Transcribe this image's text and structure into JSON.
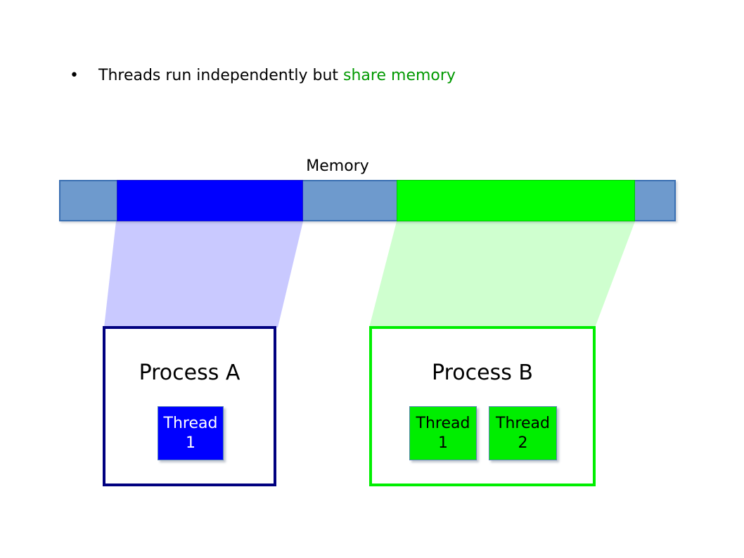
{
  "bullet": {
    "marker": "•",
    "text": "Threads run independently but ",
    "highlight": "share memory"
  },
  "memory": {
    "label": "Memory"
  },
  "process_a": {
    "title": "Process A",
    "threads": [
      {
        "line1": "Thread",
        "line2": "1"
      }
    ]
  },
  "process_b": {
    "title": "Process B",
    "threads": [
      {
        "line1": "Thread",
        "line2": "1"
      },
      {
        "line1": "Thread",
        "line2": "2"
      }
    ]
  },
  "colors": {
    "memory_bar_fill": "#6E9ACD",
    "memory_bar_border": "#3A6FB2",
    "process_a_segment": "#0000FF",
    "process_b_segment": "#00FF00",
    "process_a_border": "#000080",
    "process_b_border": "#00EE00",
    "mapping_a_tint": "#CCCCFF",
    "mapping_b_tint": "#CCFFCC",
    "highlight_text": "#009900",
    "thread_box_border": "#5B83B5"
  }
}
